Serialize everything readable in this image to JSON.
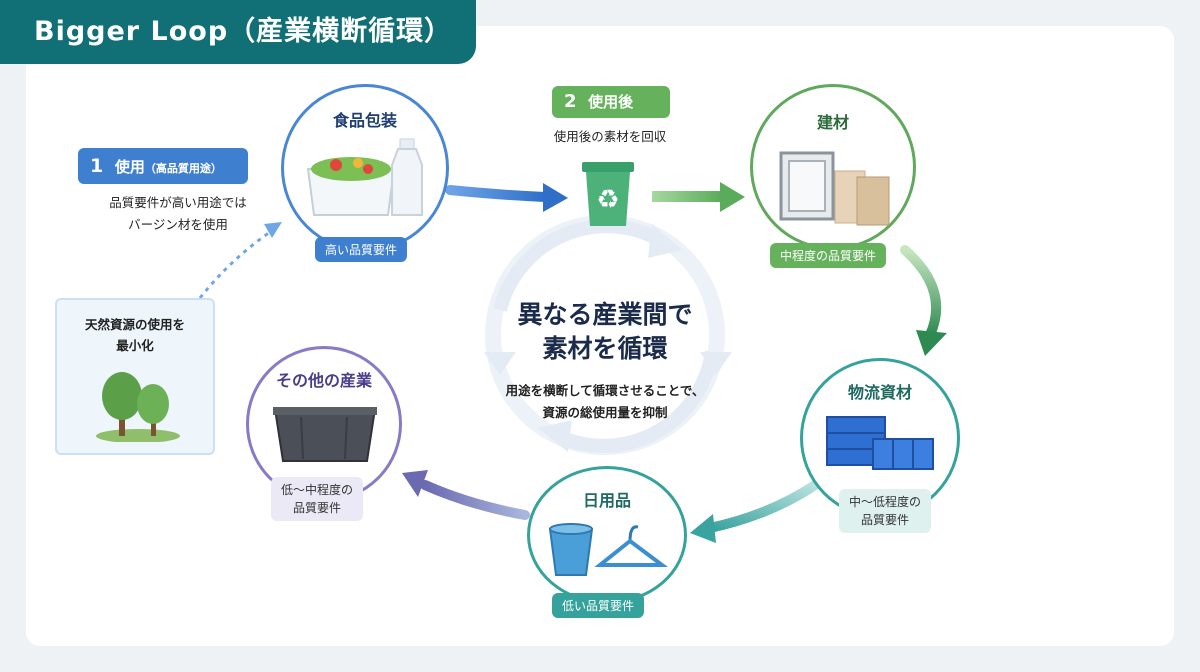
{
  "title": "Bigger Loop（産業横断循環）",
  "step1": {
    "num": "1",
    "label": "使用",
    "sub": "（高品質用途）",
    "desc1": "品質要件が高い用途では",
    "desc2": "バージン材を使用"
  },
  "step2": {
    "num": "2",
    "label": "使用後",
    "desc": "使用後の素材を回収"
  },
  "resource": {
    "line1": "天然資源の使用を",
    "line2": "最小化"
  },
  "center": {
    "title1": "異なる産業間で",
    "title2": "素材を循環",
    "sub1": "用途を横断して循環させることで、",
    "sub2": "資源の総使用量を抑制"
  },
  "food": {
    "title": "食品包装",
    "badge": "高い品質要件"
  },
  "building": {
    "title": "建材",
    "badge": "中程度の品質要件"
  },
  "logistics": {
    "title": "物流資材",
    "badge1": "中〜低程度の",
    "badge2": "品質要件"
  },
  "daily": {
    "title": "日用品",
    "badge": "低い品質要件"
  },
  "other": {
    "title": "その他の産業",
    "badge1": "低〜中程度の",
    "badge2": "品質要件"
  },
  "colors": {
    "teal": "#116f76",
    "blue": "#3f7fd0",
    "green": "#5fa85c",
    "darkgreen": "#2e7d48",
    "purple": "#6a5aa8"
  }
}
